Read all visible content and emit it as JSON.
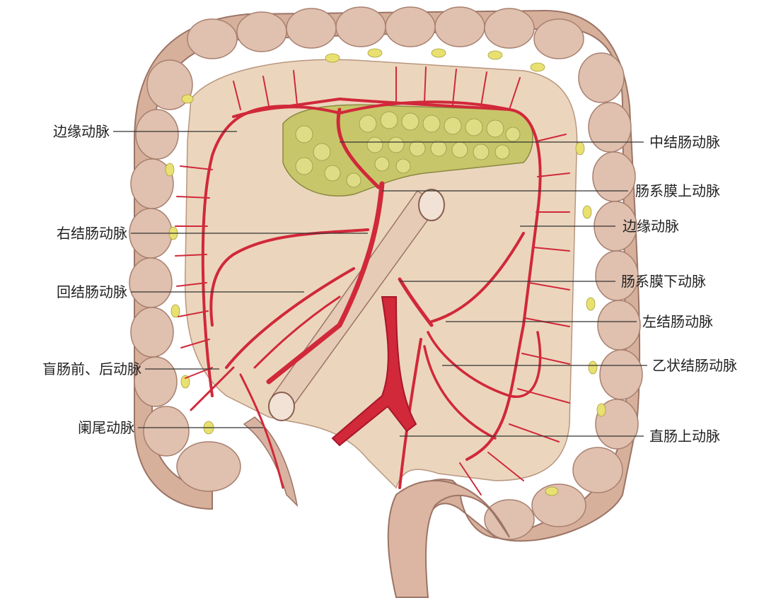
{
  "colors": {
    "artery": "#d1283a",
    "artery_dark": "#a8162a",
    "colon_outer": "#d8b4a2",
    "colon_shadow": "#b98e7e",
    "mesentery": "#ead5bd",
    "pancreas": "#c9c86a",
    "fat": "#e6e070",
    "leader": "#333333"
  },
  "labels": {
    "marginal_left": "边缘动脉",
    "right_colic": "右结肠动脉",
    "ileocolic": "回结肠动脉",
    "cecal": "盲肠前、后动脉",
    "appendicular": "阑尾动脉",
    "middle_colic": "中结肠动脉",
    "sma": "肠系膜上动脉",
    "marginal_right": "边缘动脉",
    "ima": "肠系膜下动脉",
    "left_colic": "左结肠动脉",
    "sigmoid": "乙状结肠动脉",
    "superior_rectal": "直肠上动脉"
  }
}
